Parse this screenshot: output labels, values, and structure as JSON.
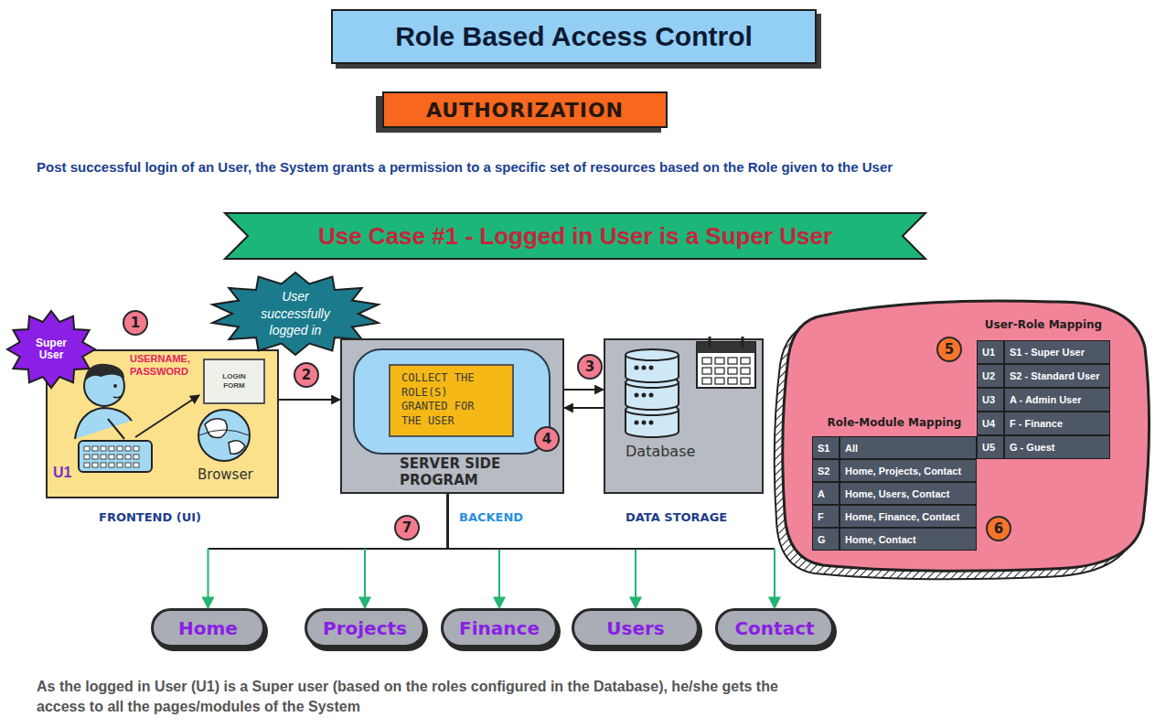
{
  "diagram": {
    "title": "Role Based Access Control",
    "caption": "As the logged in User (U1) is a Super user (based on the roles configured in the Database), he/she gets the access to all the pages/modules of the System",
    "nodes": [
      {
        "text": [
          "AUTHORIZATION"
        ]
      },
      {
        "text": [
          "Use Case #1 - Logged in User is a Super User"
        ]
      },
      {
        "text": [
          "Super User"
        ]
      },
      {
        "text": [
          "FRONTEND (UI)",
          "USERNAME, PASSWORD",
          "U1",
          "Browser"
        ]
      },
      {
        "text": [
          "LOGIN FORM"
        ],
        "in": 3
      },
      {
        "text": [
          "User successfully logged in"
        ]
      },
      {
        "text": [
          "SERVER SIDE PROGRAM",
          "BACKEND"
        ]
      },
      {
        "text": [
          "COLLECT THE ROLE(S) GRANTED FOR THE USER"
        ],
        "in": 6
      },
      {
        "text": [
          "Database",
          "DATA STORAGE"
        ]
      },
      {
        "text": [
          "User-Role Mapping",
          "U1",
          "S1 - Super User",
          "U2",
          "S2 - Standard User",
          "U3",
          "A - Admin User",
          "U4",
          "F - Finance",
          "U5",
          "G - Guest"
        ]
      },
      {
        "text": [
          "Role-Module Mapping",
          "S1",
          "All",
          "S2",
          "Home, Projects, Contact",
          "A",
          "Home, Users, Contact",
          "F",
          "Home, Finance, Contact",
          "G",
          "Home, Contact"
        ]
      },
      {
        "text": [
          "Home"
        ]
      },
      {
        "text": [
          "Projects"
        ]
      },
      {
        "text": [
          "Finance"
        ]
      },
      {
        "text": [
          "Users"
        ]
      },
      {
        "text": [
          "Contact"
        ]
      }
    ],
    "edges": [
      {
        "from": 3,
        "to": 6,
        "arrow": "to"
      },
      {
        "from": 6,
        "to": 8,
        "arrow": "to"
      },
      {
        "from": 8,
        "to": 6,
        "arrow": "to"
      },
      {
        "from": 6,
        "to": 11,
        "arrow": "to"
      },
      {
        "from": 6,
        "to": 12,
        "arrow": "to"
      },
      {
        "from": 6,
        "to": 13,
        "arrow": "to"
      },
      {
        "from": 6,
        "to": 14,
        "arrow": "to"
      },
      {
        "from": 6,
        "to": 15,
        "arrow": "to"
      }
    ],
    "labels": [
      "Post successful login of an User, the System grants a permission to a specific set of resources based on the Role given to the User",
      "1",
      "2",
      "3",
      "4",
      "5",
      "6",
      "7"
    ]
  }
}
